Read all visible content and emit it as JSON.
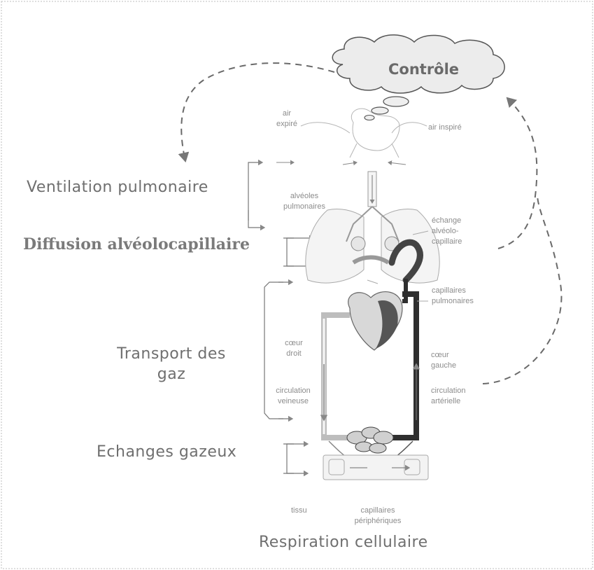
{
  "controle": "Contrôle",
  "headings": {
    "ventilation": "Ventilation pulmonaire",
    "diffusion": "Diffusion alvéolocapillaire",
    "transport_1": "Transport des",
    "transport_2": "gaz",
    "echanges": "Echanges gazeux",
    "respiration": "Respiration cellulaire"
  },
  "small_labels": {
    "air_expire_1": "air",
    "air_expire_2": "expiré",
    "air_inspire": "air inspiré",
    "alveoles_1": "alvéoles",
    "alveoles_2": "pulmonaires",
    "echange_1": "échange",
    "echange_2": "alvéolo-",
    "echange_3": "capillaire",
    "capillaires_pulm_1": "capillaires",
    "capillaires_pulm_2": "pulmonaires",
    "coeur_droit_1": "cœur",
    "coeur_droit_2": "droit",
    "coeur_gauche_1": "cœur",
    "coeur_gauche_2": "gauche",
    "circ_veineuse_1": "circulation",
    "circ_veineuse_2": "veineuse",
    "circ_arterielle_1": "circulation",
    "circ_arterielle_2": "artérielle",
    "tissu": "tissu",
    "capillaires_periph_1": "capillaires",
    "capillaires_periph_2": "périphériques"
  }
}
